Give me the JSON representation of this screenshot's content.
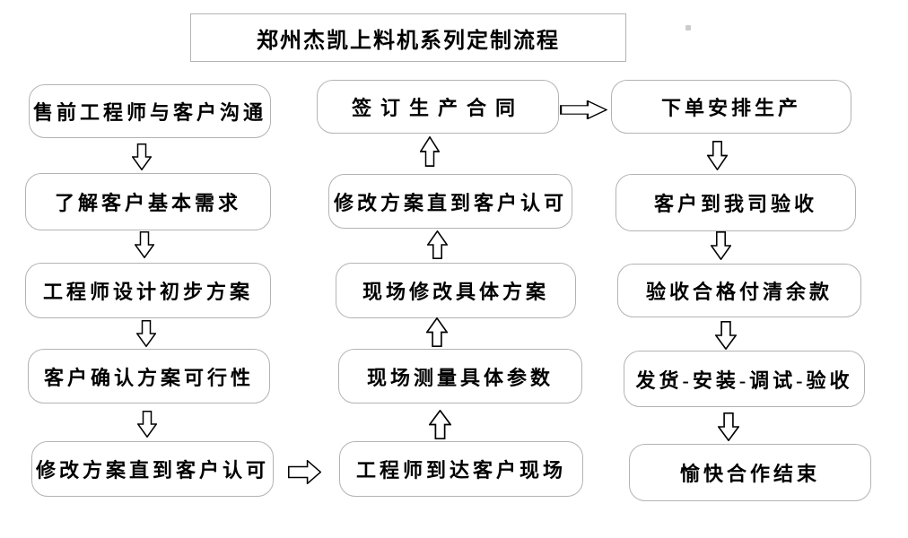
{
  "title": "郑州杰凯上料机系列定制流程",
  "flow": {
    "left_column": {
      "direction": "top-to-bottom",
      "steps": [
        "售前工程师与客户沟通",
        "了解客户基本需求",
        "工程师设计初步方案",
        "客户确认方案可行性",
        "修改方案直到客户认可"
      ]
    },
    "middle_column": {
      "direction": "bottom-to-top",
      "steps": [
        "签订生产合同",
        "修改方案直到客户认可",
        "现场修改具体方案",
        "现场测量具体参数",
        "工程师到达客户现场"
      ]
    },
    "right_column": {
      "direction": "top-to-bottom",
      "steps": [
        "下单安排生产",
        "客户到我司验收",
        "验收合格付清余款",
        "发货-安装-调试-验收",
        "愉快合作结束"
      ]
    },
    "cross_links": [
      {
        "from": "修改方案直到客户认可",
        "to": "工程师到达客户现场",
        "position": "bottom-row",
        "direction": "right"
      },
      {
        "from": "签订生产合同",
        "to": "下单安排生产",
        "position": "top-row",
        "direction": "right"
      }
    ]
  },
  "icons": {
    "down_arrow": "hollow-block-arrow-down",
    "up_arrow": "hollow-block-arrow-up",
    "right_arrow": "hollow-block-arrow-right"
  },
  "colors": {
    "background": "#ffffff",
    "box_border": "#b3b3b3",
    "text": "#000000",
    "arrow_outline": "#000000",
    "arrow_fill": "#ffffff"
  }
}
